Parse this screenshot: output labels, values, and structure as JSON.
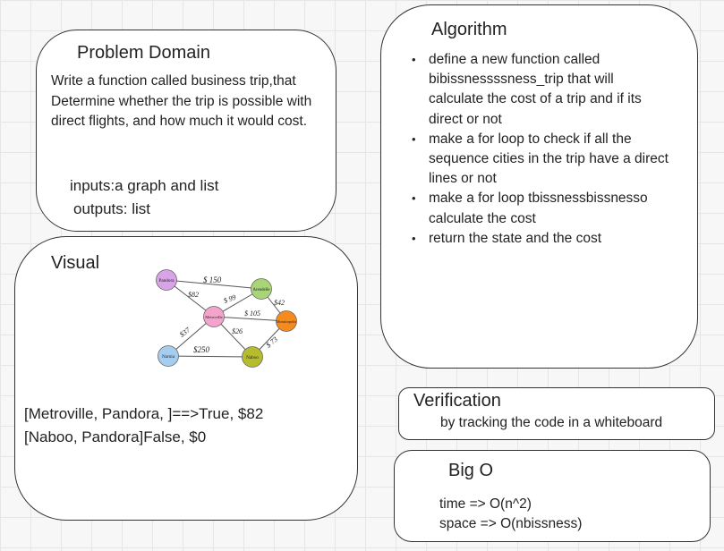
{
  "problem_domain": {
    "title": "Problem Domain",
    "description": "Write a function called business trip,that Determine whether the trip is possible with direct flights, and how much it would cost.",
    "inputs": "inputs:a graph and list",
    "outputs": "outputs: list"
  },
  "algorithm": {
    "title": "Algorithm",
    "steps": [
      "define a new function called bibissnessssness_trip that will calculate the cost of a trip and if its direct or not",
      "make a for loop to check if all the sequence cities in the trip have a direct lines or not",
      "make a for loop tbissnessbissnesso calculate the cost",
      "return the state and the cost"
    ]
  },
  "visual": {
    "title": "Visual",
    "graph": {
      "nodes": {
        "pandora": "Pandora",
        "arendelle": "Arendelle",
        "metroville": "Metroville",
        "monstropolis": "Monstropolis",
        "narnia": "Narnia",
        "naboo": "Naboo"
      },
      "node_colors": {
        "pandora": "#d9a3e8",
        "arendelle": "#a8d575",
        "metroville": "#f3a3cc",
        "monstropolis": "#f58a1f",
        "narnia": "#a5cdef",
        "naboo": "#b5bd2e"
      },
      "edges": {
        "pandora_arendelle": "$ 150",
        "pandora_metroville": "$82",
        "metroville_arendelle": "$ 99",
        "arendelle_monstropolis": "$42",
        "metroville_monstropolis": "$ 105",
        "metroville_naboo": "$26",
        "metroville_narnia": "$37",
        "narnia_naboo": "$250",
        "monstropolis_naboo": "$ 73"
      }
    },
    "examples": [
      "[Metroville, Pandora, ]==>True, $82",
      "[Naboo, Pandora]False, $0"
    ]
  },
  "verification": {
    "title": "Verification",
    "text": "by tracking the  code in a whiteboard"
  },
  "big_o": {
    "title": "Big O",
    "time": "time =>  O(n^2)",
    "space": "space => O(nbissness)"
  }
}
